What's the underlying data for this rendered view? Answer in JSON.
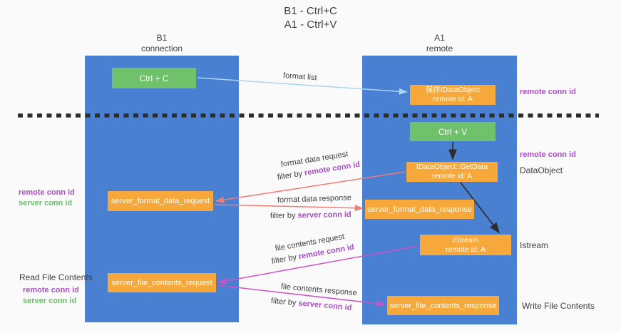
{
  "colors": {
    "bg": "#fafafa",
    "lane": "#4a80d2",
    "green": "#70c16c",
    "orange": "#f7a83a",
    "purple": "#a94fc4",
    "green_text": "#68bd68",
    "salmon": "#ef7e74",
    "magenta": "#cf52c7",
    "lightblue": "#a9d4f2",
    "dark": "#3f3f3f",
    "black_arrow": "#2d2d2d"
  },
  "title": {
    "line1": "B1 - Ctrl+C",
    "line2": "A1 - Ctrl+V"
  },
  "lanes": {
    "left": {
      "name": "B1",
      "subtitle": "connection"
    },
    "right": {
      "name": "A1",
      "subtitle": "remote"
    }
  },
  "nodes": {
    "ctrl_c": {
      "label": "Ctrl + C"
    },
    "ctrl_v": {
      "label": "Ctrl + V"
    },
    "save_dataobject": {
      "line1": "保存IDataObject",
      "line2": "remote id: A"
    },
    "getdata": {
      "line1": "IDataObject::GetData",
      "line2": "remote id: A"
    },
    "istream": {
      "line1": "IStream",
      "line2": "remote id: A"
    },
    "format_request": {
      "label": "server_format_data_request"
    },
    "format_response": {
      "label": "server_format_data_response"
    },
    "file_request": {
      "label": "server_file_contents_request"
    },
    "file_response": {
      "label": "server_file_contents_response"
    }
  },
  "arrows": {
    "format_list": {
      "label": "format list"
    },
    "format_data_request": {
      "label": "format data request",
      "filter_prefix": "filter by ",
      "filter_value": "remote conn id"
    },
    "format_data_response": {
      "label": "format data response",
      "filter_prefix": "filter by ",
      "filter_value": "server conn id"
    },
    "file_contents_request": {
      "label": "file contents request",
      "filter_prefix": "filter by ",
      "filter_value": "remote conn id"
    },
    "file_contents_response": {
      "label": "file contents response",
      "filter_prefix": "filter by ",
      "filter_value": "server conn id"
    }
  },
  "side_labels": {
    "remote_conn_id_top": "remote conn id",
    "remote_conn_id_mid": "remote conn id",
    "dataobject": "DataObject",
    "istream": "Istream",
    "write_file_contents": "Write File Contents",
    "read_file_contents": "Read File Contents",
    "format_group": {
      "remote": "remote conn id",
      "server": "server conn id"
    },
    "file_group": {
      "remote": "remote conn id",
      "server": "server conn id"
    }
  }
}
